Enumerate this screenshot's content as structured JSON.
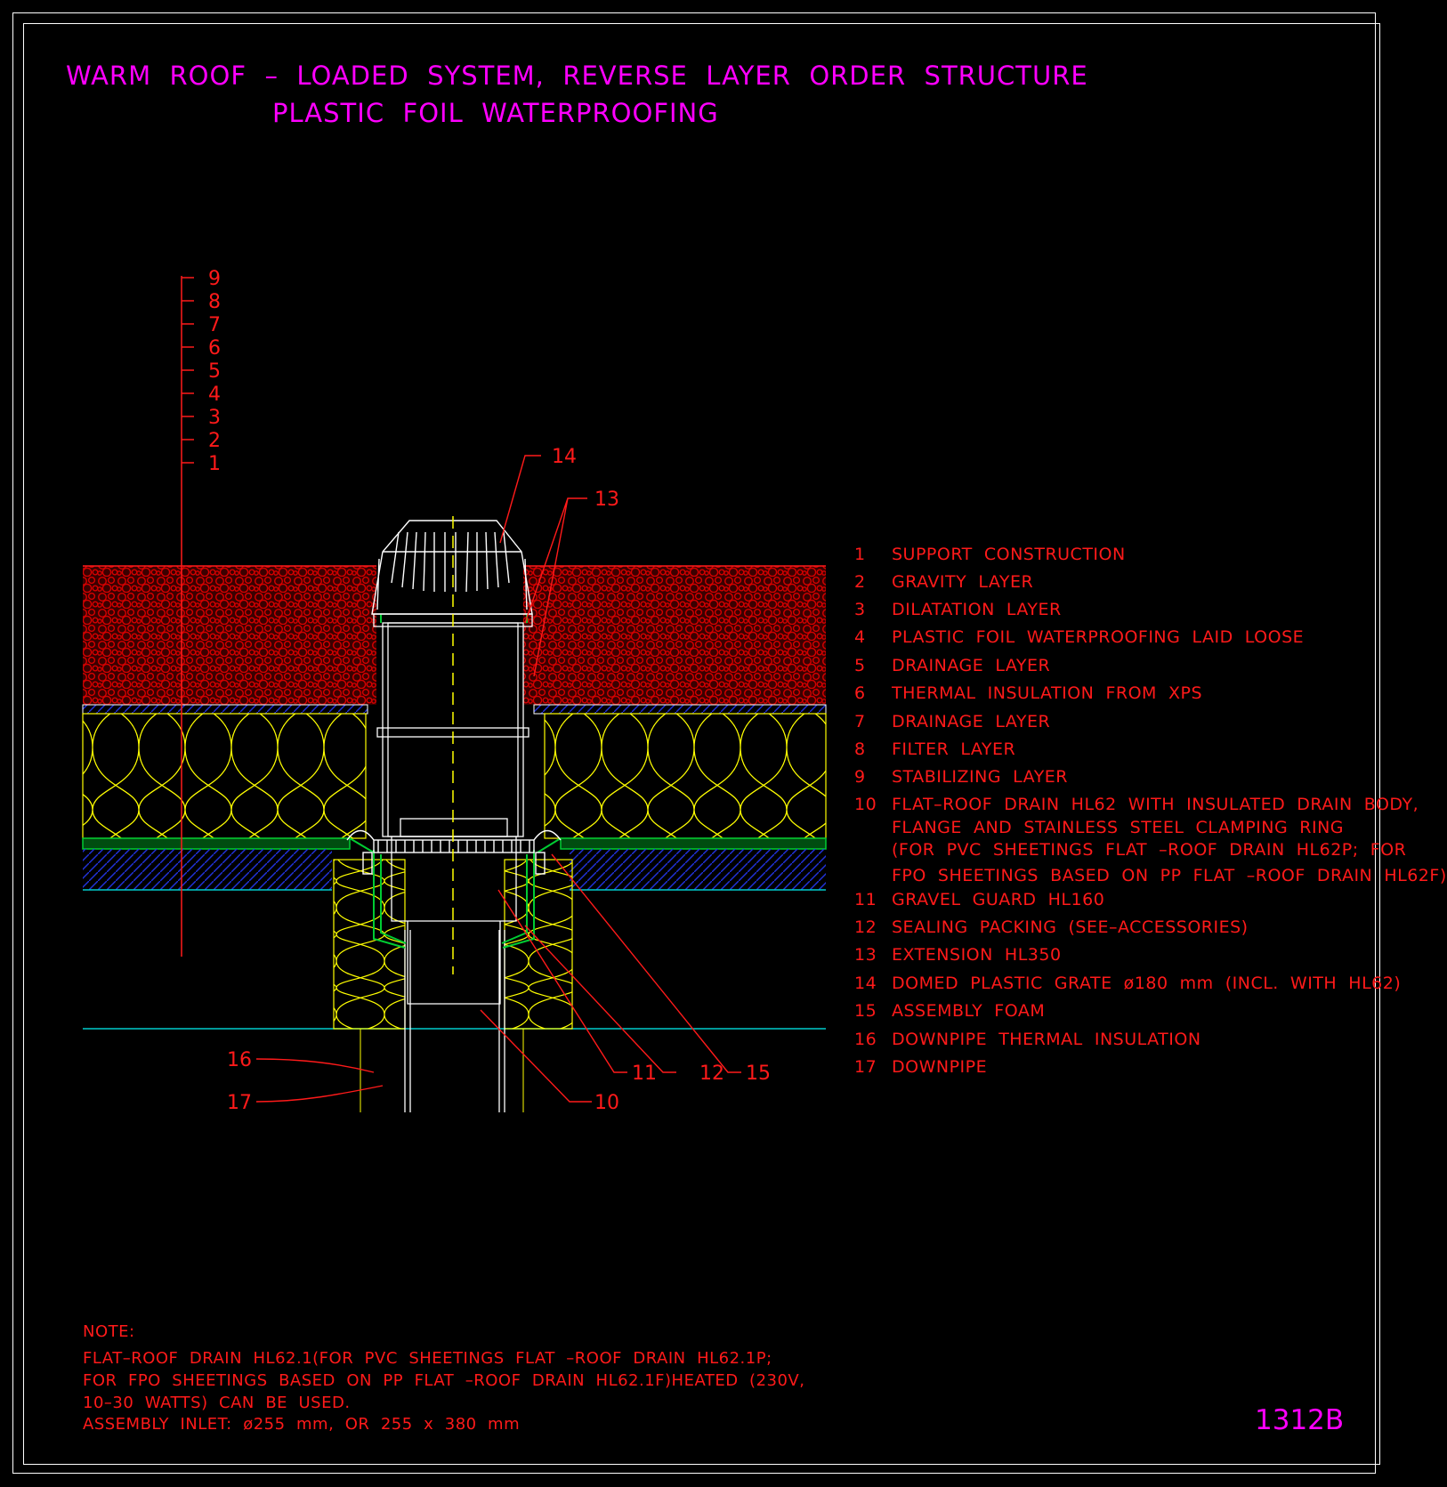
{
  "title": {
    "line1": "WARM  ROOF  –  LOADED  SYSTEM,  REVERSE  LAYER  ORDER  STRUCTURE",
    "line2": "PLASTIC  FOIL  WATERPROOFING"
  },
  "layer_scale": [
    "9",
    "8",
    "7",
    "6",
    "5",
    "4",
    "3",
    "2",
    "1"
  ],
  "callouts": [
    "14",
    "13",
    "16",
    "17",
    "10",
    "11",
    "12",
    "15"
  ],
  "legend": [
    {
      "num": "1",
      "lines": [
        "SUPPORT  CONSTRUCTION"
      ]
    },
    {
      "num": "2",
      "lines": [
        "GRAVITY  LAYER"
      ]
    },
    {
      "num": "3",
      "lines": [
        "DILATATION  LAYER"
      ]
    },
    {
      "num": "4",
      "lines": [
        "PLASTIC  FOIL  WATERPROOFING  LAID  LOOSE"
      ]
    },
    {
      "num": "5",
      "lines": [
        "DRAINAGE  LAYER"
      ]
    },
    {
      "num": "6",
      "lines": [
        "THERMAL  INSULATION  FROM  XPS"
      ]
    },
    {
      "num": "7",
      "lines": [
        "DRAINAGE  LAYER"
      ]
    },
    {
      "num": "8",
      "lines": [
        "FILTER  LAYER"
      ]
    },
    {
      "num": "9",
      "lines": [
        "STABILIZING  LAYER"
      ]
    },
    {
      "num": "10",
      "lines": [
        "FLAT–ROOF  DRAIN  HL62  WITH  INSULATED  DRAIN  BODY,",
        "FLANGE  AND  STAINLESS  STEEL  CLAMPING  RING",
        "(FOR  PVC  SHEETINGS  FLAT  –ROOF  DRAIN  HL62P;  FOR",
        "FPO  SHEETINGS  BASED  ON  PP  FLAT  –ROOF  DRAIN  HL62F)"
      ]
    },
    {
      "num": "11",
      "lines": [
        "GRAVEL  GUARD  HL160"
      ]
    },
    {
      "num": "12",
      "lines": [
        "SEALING  PACKING  (SEE–ACCESSORIES)"
      ]
    },
    {
      "num": "13",
      "lines": [
        "EXTENSION  HL350"
      ]
    },
    {
      "num": "14",
      "lines": [
        "DOMED  PLASTIC  GRATE  ø180  mm  (INCL.  WITH  HL62)"
      ]
    },
    {
      "num": "15",
      "lines": [
        "ASSEMBLY  FOAM"
      ]
    },
    {
      "num": "16",
      "lines": [
        "DOWNPIPE  THERMAL  INSULATION"
      ]
    },
    {
      "num": "17",
      "lines": [
        "DOWNPIPE"
      ]
    }
  ],
  "note": {
    "heading": "NOTE:",
    "lines": [
      "FLAT–ROOF  DRAIN  HL62.1(FOR  PVC  SHEETINGS  FLAT  –ROOF  DRAIN  HL62.1P;",
      "FOR  FPO  SHEETINGS  BASED  ON  PP  FLAT  –ROOF  DRAIN  HL62.1F)HEATED  (230V,",
      "10–30  WATTS)  CAN  BE  USED.",
      "ASSEMBLY  INLET:  ø255  mm,  OR  255  x  380  mm"
    ]
  },
  "drawing_code": "1312B",
  "colors": {
    "title": "#ff00ff",
    "annotation": "#ff1a1a",
    "gravel": "#d40000",
    "insulation": "#ffff00",
    "membrane": "#00cc33",
    "slab_hatch": "#2233dd",
    "slab_line": "#00cccc",
    "drain": "#ffffff"
  }
}
